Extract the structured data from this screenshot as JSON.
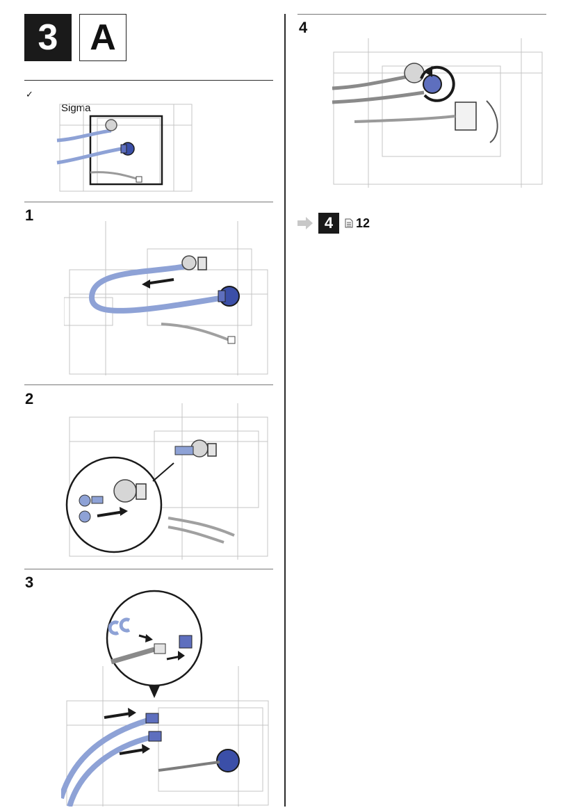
{
  "header": {
    "section_number": "3",
    "variant_letter": "A"
  },
  "prerequisite": {
    "check_mark": "✓",
    "product_label": "Sigma"
  },
  "steps": [
    {
      "number": "1"
    },
    {
      "number": "2"
    },
    {
      "number": "3"
    },
    {
      "number": "4"
    }
  ],
  "reference": {
    "arrow_icon": "right-arrow-icon",
    "section": "4",
    "document_icon": "document-icon",
    "page": "12"
  },
  "colors": {
    "hose_blue": "#8ea2d6",
    "fitting_blue": "#3b4fa8",
    "line_gray": "#bdbdbd",
    "dark": "#1a1a1a"
  }
}
